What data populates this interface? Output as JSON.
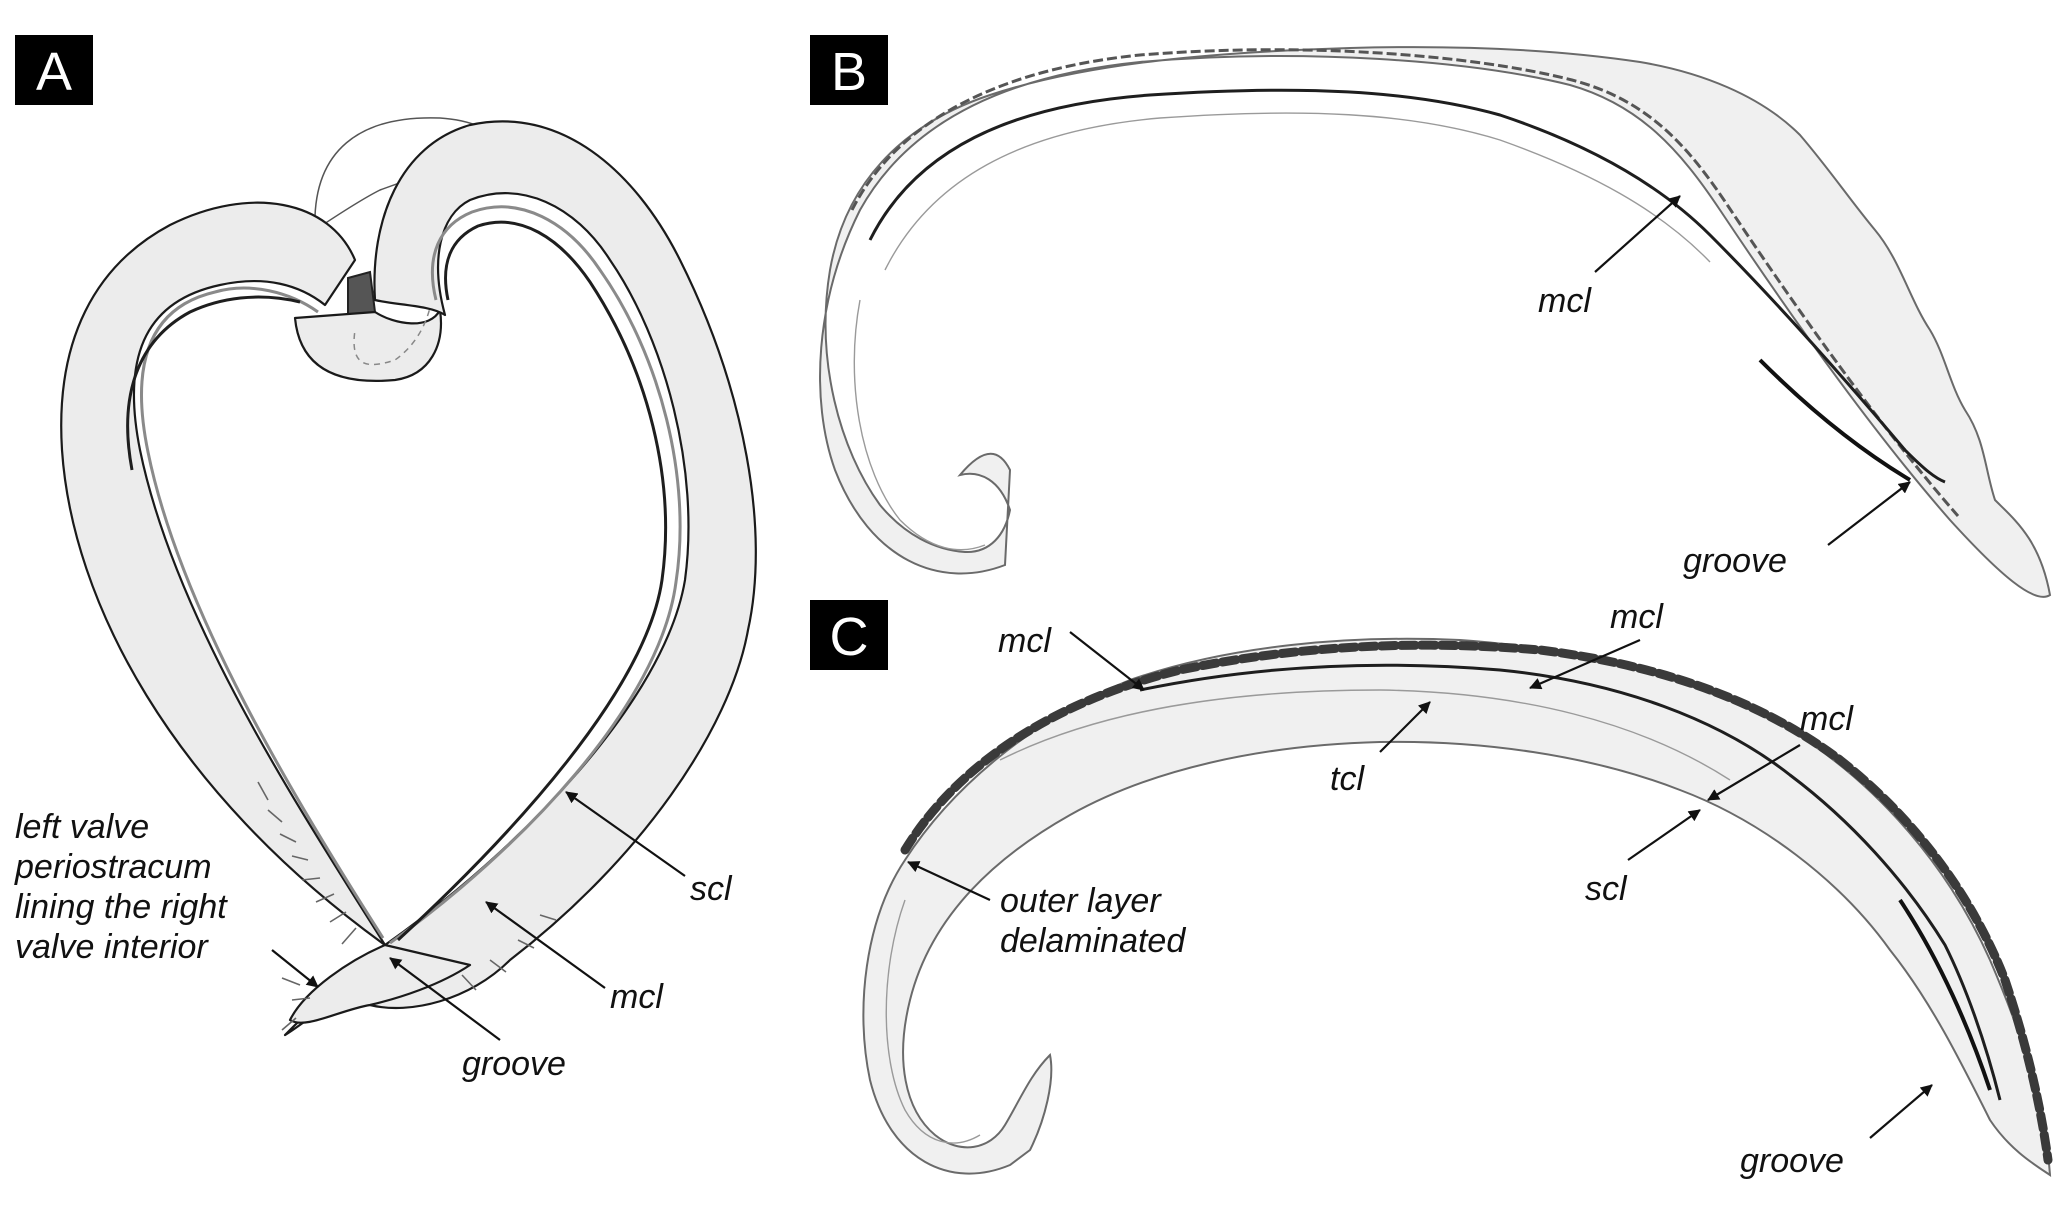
{
  "panels": {
    "a": {
      "letter": "A",
      "labels": {
        "periostracum": [
          "left valve",
          "periostracum",
          "lining the right",
          "valve interior"
        ],
        "scl": "scl",
        "mcl": "mcl",
        "groove": "groove"
      }
    },
    "b": {
      "letter": "B",
      "labels": {
        "mcl": "mcl",
        "groove": "groove"
      }
    },
    "c": {
      "letter": "C",
      "labels": {
        "mcl_left": "mcl",
        "mcl_top": "mcl",
        "tcl": "tcl",
        "mcl_right": "mcl",
        "scl": "scl",
        "outer_layer": [
          "outer layer",
          "delaminated"
        ],
        "groove": "groove"
      }
    }
  },
  "colors": {
    "shell_fill": "#ececec",
    "label_box": "#000000"
  }
}
